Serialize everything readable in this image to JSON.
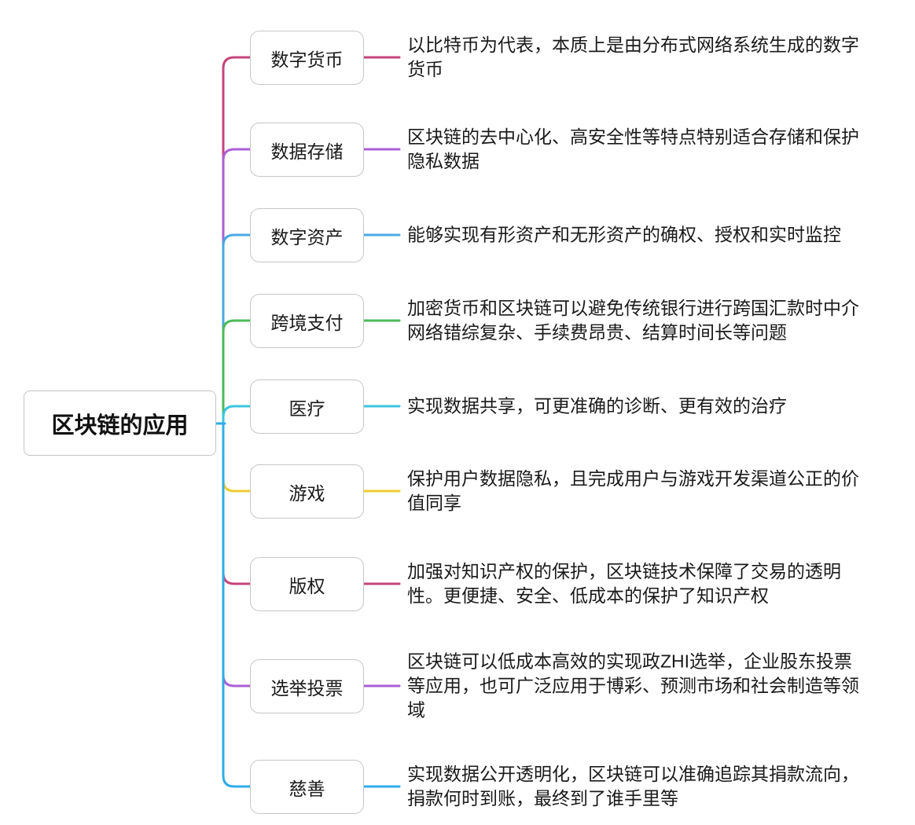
{
  "diagram": {
    "type": "mindmap",
    "title": "区块链的应用",
    "root": {
      "label": "区块链的应用"
    },
    "branches": [
      {
        "id": "digital-currency",
        "label": "数字货币",
        "description": "以比特币为代表，本质上是由分布式网络系统生成的数字货币",
        "color": "#c6457a"
      },
      {
        "id": "data-storage",
        "label": "数据存储",
        "description": "区块链的去中心化、高安全性等特点特别适合存储和保护隐私数据",
        "color": "#ab5fd6"
      },
      {
        "id": "digital-assets",
        "label": "数字资产",
        "description": "能够实现有形资产和无形资产的确权、授权和实时监控",
        "color": "#47aae2"
      },
      {
        "id": "cross-border-payment",
        "label": "跨境支付",
        "description": "加密货币和区块链可以避免传统银行进行跨国汇款时中介网络错综复杂、手续费昂贵、结算时间长等问题",
        "color": "#4cba58"
      },
      {
        "id": "medical",
        "label": "医疗",
        "description": "实现数据共享，可更准确的诊断、更有效的治疗",
        "color": "#3cc5e0"
      },
      {
        "id": "gaming",
        "label": "游戏",
        "description": "保护用户数据隐私，且完成用户与游戏开发渠道公正的价值同享",
        "color": "#f0cb30"
      },
      {
        "id": "copyright",
        "label": "版权",
        "description": "加强对知识产权的保护，区块链技术保障了交易的透明性。更便捷、安全、低成本的保护了知识产权",
        "color": "#c6457a"
      },
      {
        "id": "election-voting",
        "label": "选举投票",
        "description": "区块链可以低成本高效的实现政ZHI选举，企业股东投票等应用，也可广泛应用于博彩、预测市场和社会制造等领域",
        "color": "#ab5fd6"
      },
      {
        "id": "charity",
        "label": "慈善",
        "description": "实现数据公开透明化，区块链可以准确追踪其捐款流向，捐款何时到账，最终到了谁手里等",
        "color": "#2fade8"
      }
    ],
    "colors": {
      "trunk": "#2fade8",
      "box_border": "#c7c7c7",
      "text": "#1a1a1a",
      "background": "#ffffff"
    }
  }
}
